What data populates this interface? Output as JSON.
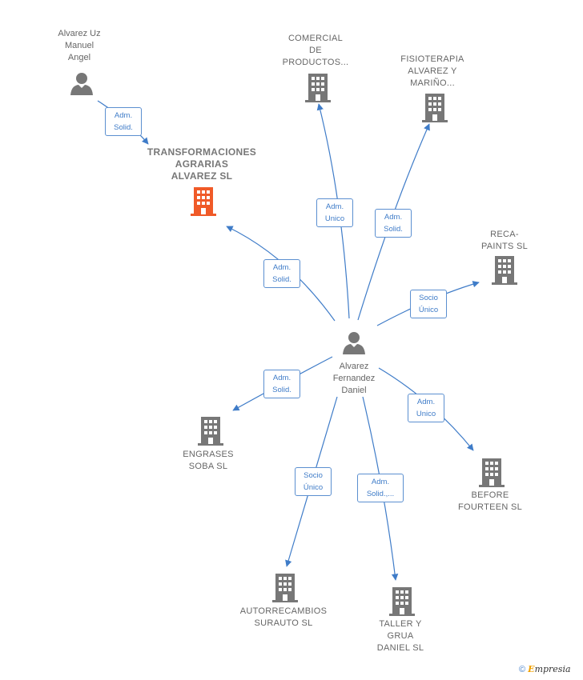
{
  "nodes": {
    "alvarez_uz": {
      "label": "Alvarez Uz\nManuel\nAngel"
    },
    "transformaciones": {
      "label": "TRANSFORMACIONES\nAGRARIAS\nALVAREZ  SL"
    },
    "comercial": {
      "label": "COMERCIAL\nDE\nPRODUCTOS..."
    },
    "fisioterapia": {
      "label": "FISIOTERAPIA\nALVAREZ Y\nMARIÑO..."
    },
    "reca_paints": {
      "label": "RECA-\nPAINTS  SL"
    },
    "daniel": {
      "label": "Alvarez\nFernandez\nDaniel"
    },
    "engrases": {
      "label": "ENGRASES\nSOBA  SL"
    },
    "before_fourteen": {
      "label": "BEFORE\nFOURTEEN  SL"
    },
    "autorrecambios": {
      "label": "AUTORRECAMBIOS\nSURAUTO  SL"
    },
    "taller": {
      "label": "TALLER Y\nGRUA\nDANIEL  SL"
    }
  },
  "edges": {
    "uz_transformaciones": "Adm.\nSolid.",
    "daniel_transformaciones": "Adm.\nSolid.",
    "daniel_comercial": "Adm.\nUnico",
    "daniel_fisioterapia": "Adm.\nSolid.",
    "daniel_reca": "Socio\nÚnico",
    "daniel_engrases": "Adm.\nSolid.",
    "daniel_before": "Adm.\nUnico",
    "daniel_autorrecambios": "Socio\nÚnico",
    "daniel_taller": "Adm.\nSolid.,..."
  },
  "colors": {
    "edge": "#3f7cc8",
    "icon": "#777777",
    "highlight": "#f05a28"
  },
  "footer": {
    "copyright": "©",
    "brand_e": "E",
    "brand_rest": "mpresia"
  }
}
